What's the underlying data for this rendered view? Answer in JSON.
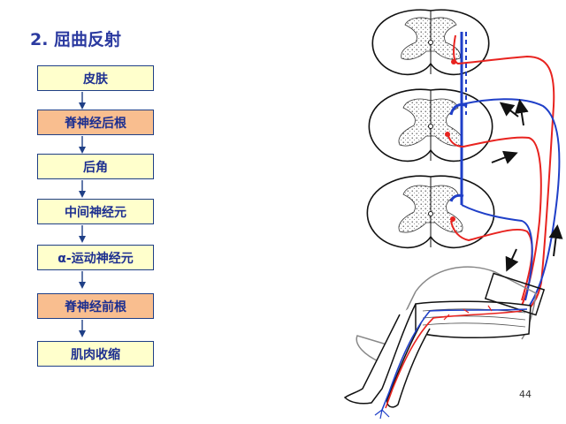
{
  "title": "2. 屈曲反射",
  "flow": {
    "steps": [
      {
        "label": "皮肤",
        "style": "yellow"
      },
      {
        "label": "脊神经后根",
        "style": "orange"
      },
      {
        "label": "后角",
        "style": "yellow"
      },
      {
        "label": "中间神经元",
        "style": "yellow"
      },
      {
        "label": "α-运动神经元",
        "style": "yellow"
      },
      {
        "label": "脊神经前根",
        "style": "orange"
      },
      {
        "label": "肌肉收缩",
        "style": "yellow"
      }
    ]
  },
  "page_number": "44",
  "colors": {
    "title": "#2b3aa0",
    "box_border": "#1f3f86",
    "box_yellow": "#ffffcc",
    "box_orange": "#f9be8f",
    "sensory_nerve": "#e8231f",
    "motor_nerve": "#1f3fc8",
    "arrow": "#1f3f86"
  },
  "illustration": {
    "icons": [
      "spinal-cord-section-icon",
      "leg-icon",
      "direction-arrow-icon"
    ]
  }
}
